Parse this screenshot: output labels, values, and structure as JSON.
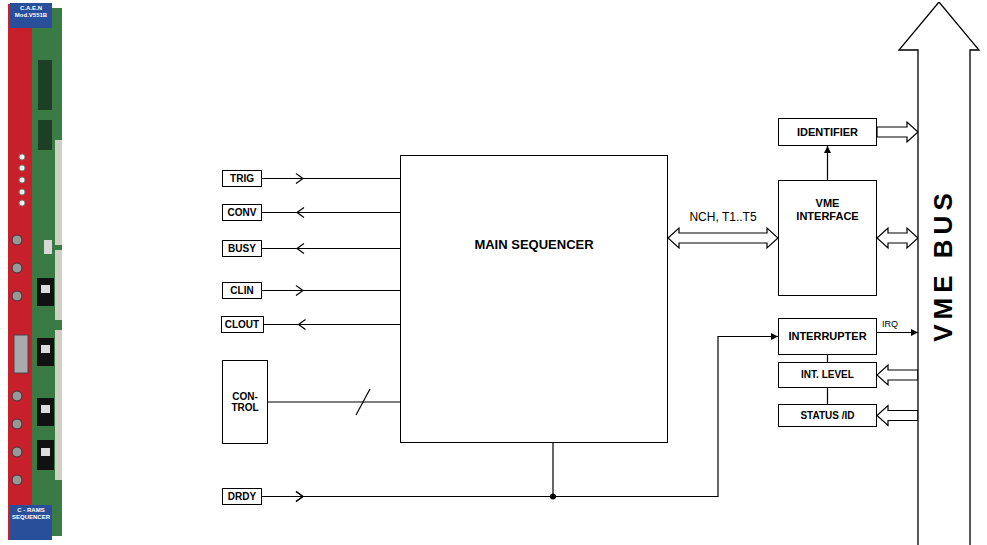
{
  "diagram": {
    "nodes": [
      {
        "text": [
          "TRIG"
        ]
      },
      {
        "text": [
          "CONV"
        ]
      },
      {
        "text": [
          "BUSY"
        ]
      },
      {
        "text": [
          "CLIN"
        ]
      },
      {
        "text": [
          "CLOUT"
        ]
      },
      {
        "text": [
          "CON- TROL"
        ]
      },
      {
        "text": [
          "DRDY"
        ]
      },
      {
        "text": [
          "MAIN SEQUENCER"
        ]
      },
      {
        "text": [
          "IDENTIFIER"
        ]
      },
      {
        "text": [
          "VME INTERFACE"
        ]
      },
      {
        "text": [
          "INTERRUPTER"
        ]
      },
      {
        "text": [
          "INT. LEVEL"
        ]
      },
      {
        "text": [
          "STATUS /ID"
        ]
      },
      {
        "text": [
          "VME BUS"
        ]
      }
    ],
    "edges": [
      {
        "from": 0,
        "to": 7,
        "arrow": "to"
      },
      {
        "from": 7,
        "to": 1,
        "arrow": "to"
      },
      {
        "from": 7,
        "to": 2,
        "arrow": "to"
      },
      {
        "from": 3,
        "to": 7,
        "arrow": "to"
      },
      {
        "from": 7,
        "to": 4,
        "arrow": "to"
      },
      {
        "from": 5,
        "to": 7,
        "arrow": "none"
      },
      {
        "from": 6,
        "to": 7,
        "arrow": "to"
      },
      {
        "from": 6,
        "to": 10,
        "arrow": "to"
      },
      {
        "from": 7,
        "to": 9,
        "label": "NCH, T1..T5",
        "arrow": "both"
      },
      {
        "from": 9,
        "to": 8,
        "arrow": "to"
      },
      {
        "from": 8,
        "to": 13,
        "arrow": "to"
      },
      {
        "from": 9,
        "to": 13,
        "arrow": "both"
      },
      {
        "from": 10,
        "to": 13,
        "label": "IRQ",
        "arrow": "to"
      },
      {
        "from": 13,
        "to": 11,
        "arrow": "to"
      },
      {
        "from": 13,
        "to": 12,
        "arrow": "to"
      },
      {
        "from": 10,
        "to": 11,
        "arrow": "none"
      },
      {
        "from": 11,
        "to": 12,
        "arrow": "none"
      }
    ],
    "labels": [
      "C.A.E.N Mod.V551B",
      "C - RAMS SEQUENCER"
    ]
  }
}
